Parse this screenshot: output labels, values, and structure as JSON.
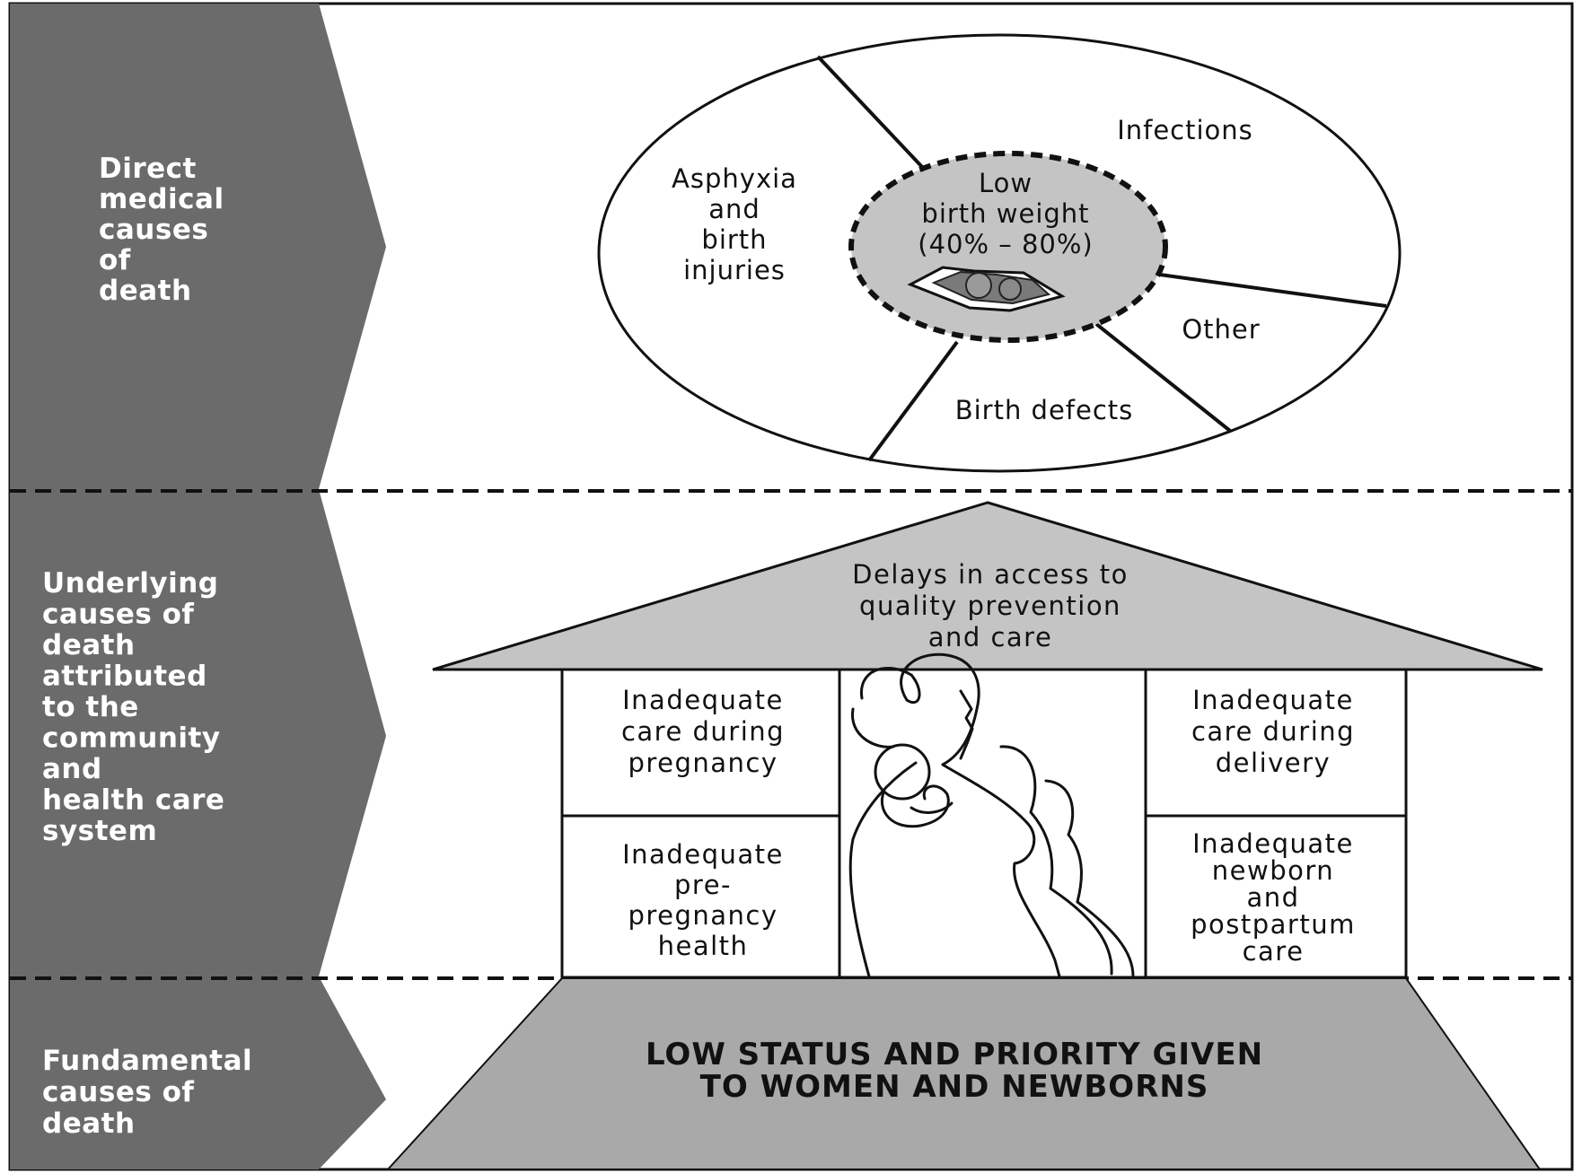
{
  "bands": [
    {
      "id": "direct",
      "label_lines": [
        "Direct",
        "medical",
        "causes",
        "of",
        "death"
      ]
    },
    {
      "id": "underlying",
      "label_lines": [
        "Underlying",
        "causes of",
        "death",
        "attributed",
        "to the",
        "community",
        "and",
        "health care",
        "system"
      ]
    },
    {
      "id": "fundamental",
      "label_lines": [
        "Fundamental",
        "causes of",
        "death"
      ]
    }
  ],
  "pie": {
    "segments": [
      {
        "id": "infections",
        "label_lines": [
          "Infections"
        ]
      },
      {
        "id": "asphyxia",
        "label_lines": [
          "Asphyxia",
          "and",
          "birth",
          "injuries"
        ]
      },
      {
        "id": "other",
        "label_lines": [
          "Other"
        ]
      },
      {
        "id": "birth-defects",
        "label_lines": [
          "Birth defects"
        ]
      }
    ],
    "center": {
      "label_lines": [
        "Low",
        "birth  weight",
        "(40% – 80%)"
      ]
    }
  },
  "house": {
    "roof_lines": [
      "Delays in access to",
      "quality prevention",
      "and care"
    ],
    "rooms": [
      {
        "id": "pregnancy",
        "label_lines": [
          "Inadequate",
          "care during",
          "pregnancy"
        ]
      },
      {
        "id": "pre-pregnancy",
        "label_lines": [
          "Inadequate",
          "pre-",
          "pregnancy",
          "health"
        ]
      },
      {
        "id": "delivery",
        "label_lines": [
          "Inadequate",
          "care during",
          "delivery"
        ]
      },
      {
        "id": "newborn",
        "label_lines": [
          "Inadequate",
          "newborn",
          "and",
          "postpartum",
          "care"
        ]
      }
    ],
    "foundation_lines": [
      "LOW STATUS AND PRIORITY GIVEN",
      "TO WOMEN AND NEWBORNS"
    ]
  },
  "colors": {
    "band": "#6b6b6b",
    "fill_light": "#c4c4c4",
    "fill_foundation": "#a9a9a9",
    "line": "#111111",
    "background": "#ffffff"
  }
}
